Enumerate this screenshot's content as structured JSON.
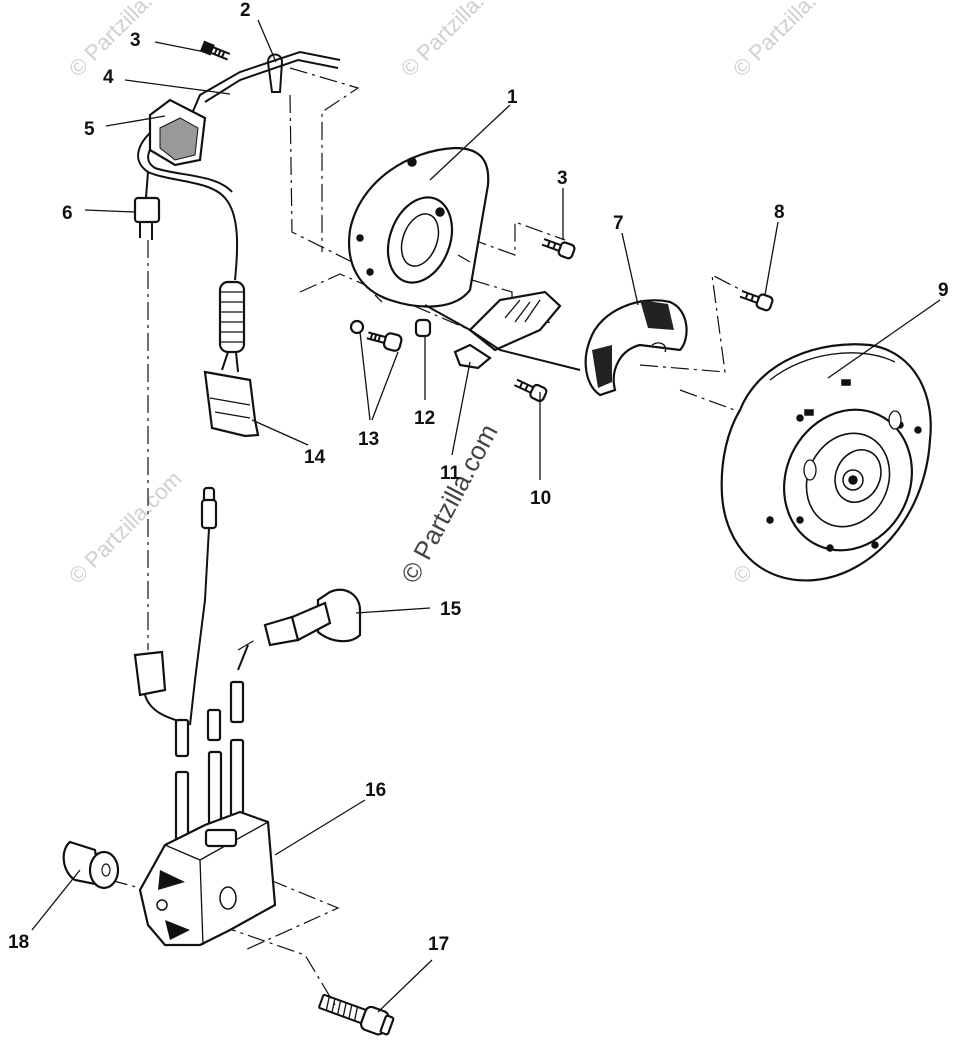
{
  "watermark": {
    "text": "© Partzilla.com"
  },
  "callouts": {
    "c1": "1",
    "c2": "2",
    "c3a": "3",
    "c3b": "3",
    "c4": "4",
    "c5": "5",
    "c6": "6",
    "c7": "7",
    "c8": "8",
    "c9": "9",
    "c10": "10",
    "c11": "11",
    "c12": "12",
    "c13": "13",
    "c14": "14",
    "c15": "15",
    "c16": "16",
    "c17": "17",
    "c18": "18"
  }
}
